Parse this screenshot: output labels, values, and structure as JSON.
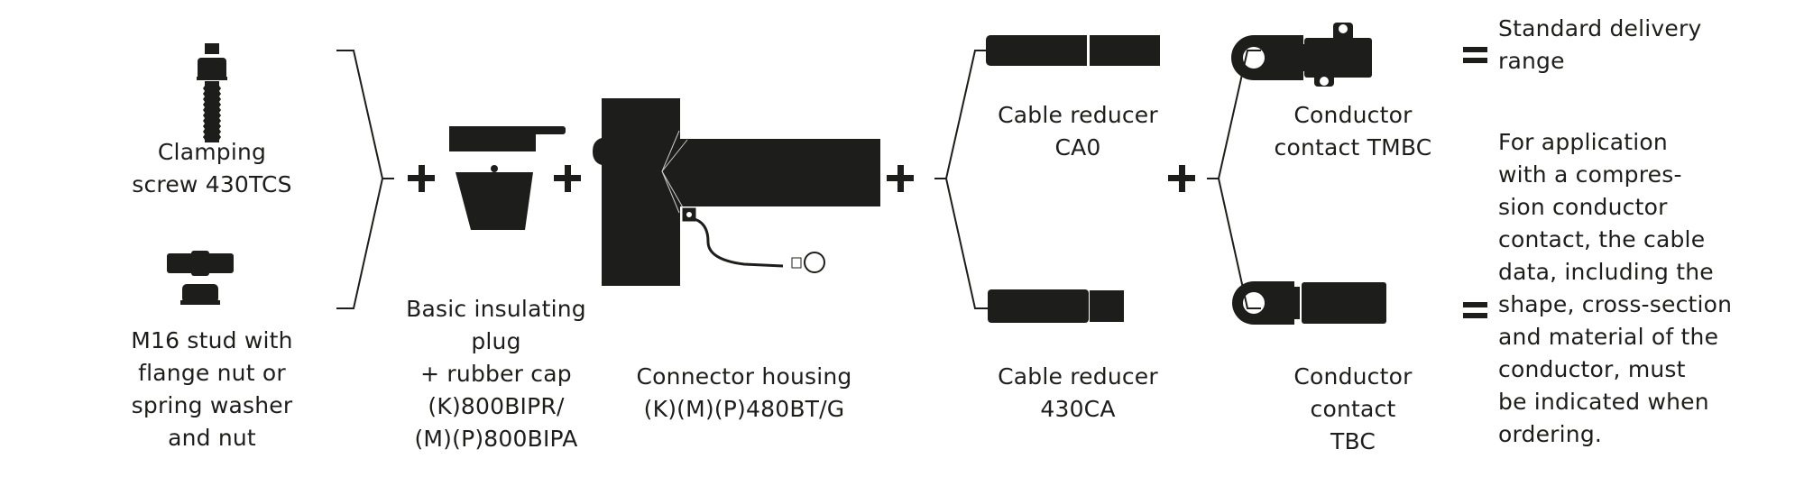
{
  "title": "Connector assembly overview",
  "colors": {
    "ink": "#1d1d1b",
    "background": "#ffffff"
  },
  "components": {
    "clamping_screw": {
      "label": "Clamping\nscrew 430TCS"
    },
    "m16_stud": {
      "label": "M16 stud with\nflange nut or\nspring washer\nand nut"
    },
    "insulating_plug": {
      "label": "Basic insulating\nplug\n+ rubber cap\n(K)800BIPR/\n(M)(P)800BIPA"
    },
    "connector_housing": {
      "label": "Connector housing\n(K)(M)(P)480BT/G"
    },
    "cable_reducer_ca0": {
      "label": "Cable reducer\nCA0"
    },
    "cable_reducer_430ca": {
      "label": "Cable reducer\n430CA"
    },
    "conductor_tmbc": {
      "label": "Conductor\ncontact TMBC"
    },
    "conductor_tbc": {
      "label": "Conductor\ncontact\nTBC"
    }
  },
  "operators": {
    "plus": "+",
    "equals": "="
  },
  "notes": {
    "standard": "Standard delivery\nrange",
    "application": "For application\nwith a compres-\nsion conductor\ncontact, the cable\ndata, including the\nshape, cross-section\nand material of the\nconductor, must\nbe indicated when\nordering."
  }
}
